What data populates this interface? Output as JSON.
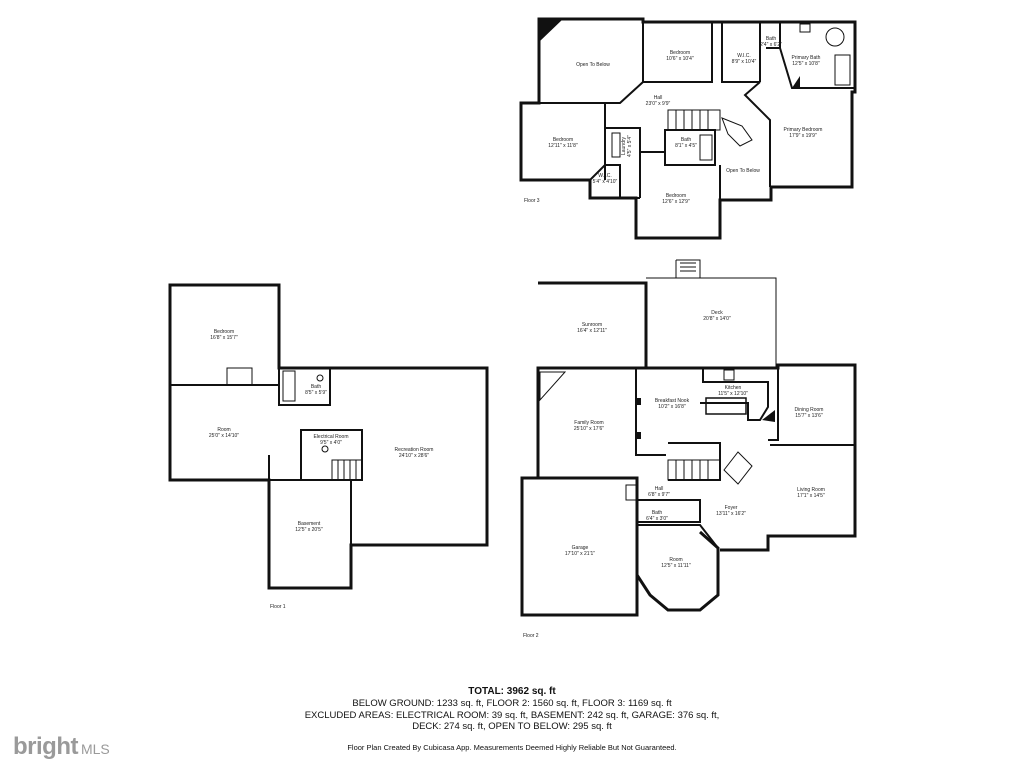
{
  "rooms": {
    "f3_open1": {
      "name": "Open To Below",
      "dim": ""
    },
    "f3_bed1": {
      "name": "Bedroom",
      "dim": "10'6\" x 10'4\""
    },
    "f3_wic1": {
      "name": "W.I.C.",
      "dim": "8'9\" x 10'4\""
    },
    "f3_bath1": {
      "name": "Bath",
      "dim": "2'4\" x 6'2\""
    },
    "f3_pbath": {
      "name": "Primary Bath",
      "dim": "12'5\" x 10'8\""
    },
    "f3_hall": {
      "name": "Hall",
      "dim": "23'0\" x 9'9\""
    },
    "f3_bed2": {
      "name": "Bedroom",
      "dim": "12'11\" x 11'8\""
    },
    "f3_laundry": {
      "name": "Laundry",
      "dim": "4'5\" x 5'4\""
    },
    "f3_bath2": {
      "name": "Bath",
      "dim": "8'1\" x 4'5\""
    },
    "f3_pbed": {
      "name": "Primary Bedroom",
      "dim": "17'9\" x 19'9\""
    },
    "f3_wic2": {
      "name": "W.I.C.",
      "dim": "5'4\" x 4'10\""
    },
    "f3_open2": {
      "name": "Open To Below",
      "dim": ""
    },
    "f3_bed3": {
      "name": "Bedroom",
      "dim": "12'6\" x 12'9\""
    },
    "f1_bed": {
      "name": "Bedroom",
      "dim": "16'8\" x 15'7\""
    },
    "f1_bath": {
      "name": "Bath",
      "dim": "8'5\" x 5'9\""
    },
    "f1_room": {
      "name": "Room",
      "dim": "25'0\" x 14'10\""
    },
    "f1_elec": {
      "name": "Electrical Room",
      "dim": "9'5\" x 4'0\""
    },
    "f1_rec": {
      "name": "Recreation Room",
      "dim": "24'10\" x 28'6\""
    },
    "f1_base": {
      "name": "Basement",
      "dim": "12'5\" x 20'5\""
    },
    "f2_sun": {
      "name": "Sunroom",
      "dim": "16'4\" x 12'11\""
    },
    "f2_deck": {
      "name": "Deck",
      "dim": "20'8\" x 14'0\""
    },
    "f2_kitchen": {
      "name": "Kitchen",
      "dim": "11'5\" x 12'10\""
    },
    "f2_nook": {
      "name": "Breakfast Nook",
      "dim": "10'2\" x 16'8\""
    },
    "f2_family": {
      "name": "Family Room",
      "dim": "25'10\" x 17'6\""
    },
    "f2_dining": {
      "name": "Dining Room",
      "dim": "15'7\" x 13'6\""
    },
    "f2_living": {
      "name": "Living Room",
      "dim": "17'1\" x 14'5\""
    },
    "f2_hall": {
      "name": "Hall",
      "dim": "6'8\" x 9'7\""
    },
    "f2_foyer": {
      "name": "Foyer",
      "dim": "13'11\" x 16'2\""
    },
    "f2_bath": {
      "name": "Bath",
      "dim": "6'4\" x 3'0\""
    },
    "f2_garage": {
      "name": "Garage",
      "dim": "17'10\" x 21'1\""
    },
    "f2_room": {
      "name": "Room",
      "dim": "12'5\" x 11'11\""
    }
  },
  "floors": {
    "floor3": "Floor 3",
    "floor1": "Floor 1",
    "floor2": "Floor 2"
  },
  "summary": {
    "total": "TOTAL: 3962 sq. ft",
    "line1": "BELOW GROUND: 1233 sq. ft, FLOOR 2: 1560 sq. ft, FLOOR 3: 1169 sq. ft",
    "line2": "EXCLUDED AREAS: ELECTRICAL ROOM: 39 sq. ft, BASEMENT: 242 sq. ft, GARAGE: 376 sq. ft,",
    "line3": "DECK: 274 sq. ft, OPEN TO BELOW: 295 sq. ft",
    "credit": "Floor Plan Created By Cubicasa App. Measurements Deemed Highly Reliable But Not Guaranteed."
  },
  "logo": {
    "brand": "bright",
    "suffix": "MLS"
  }
}
